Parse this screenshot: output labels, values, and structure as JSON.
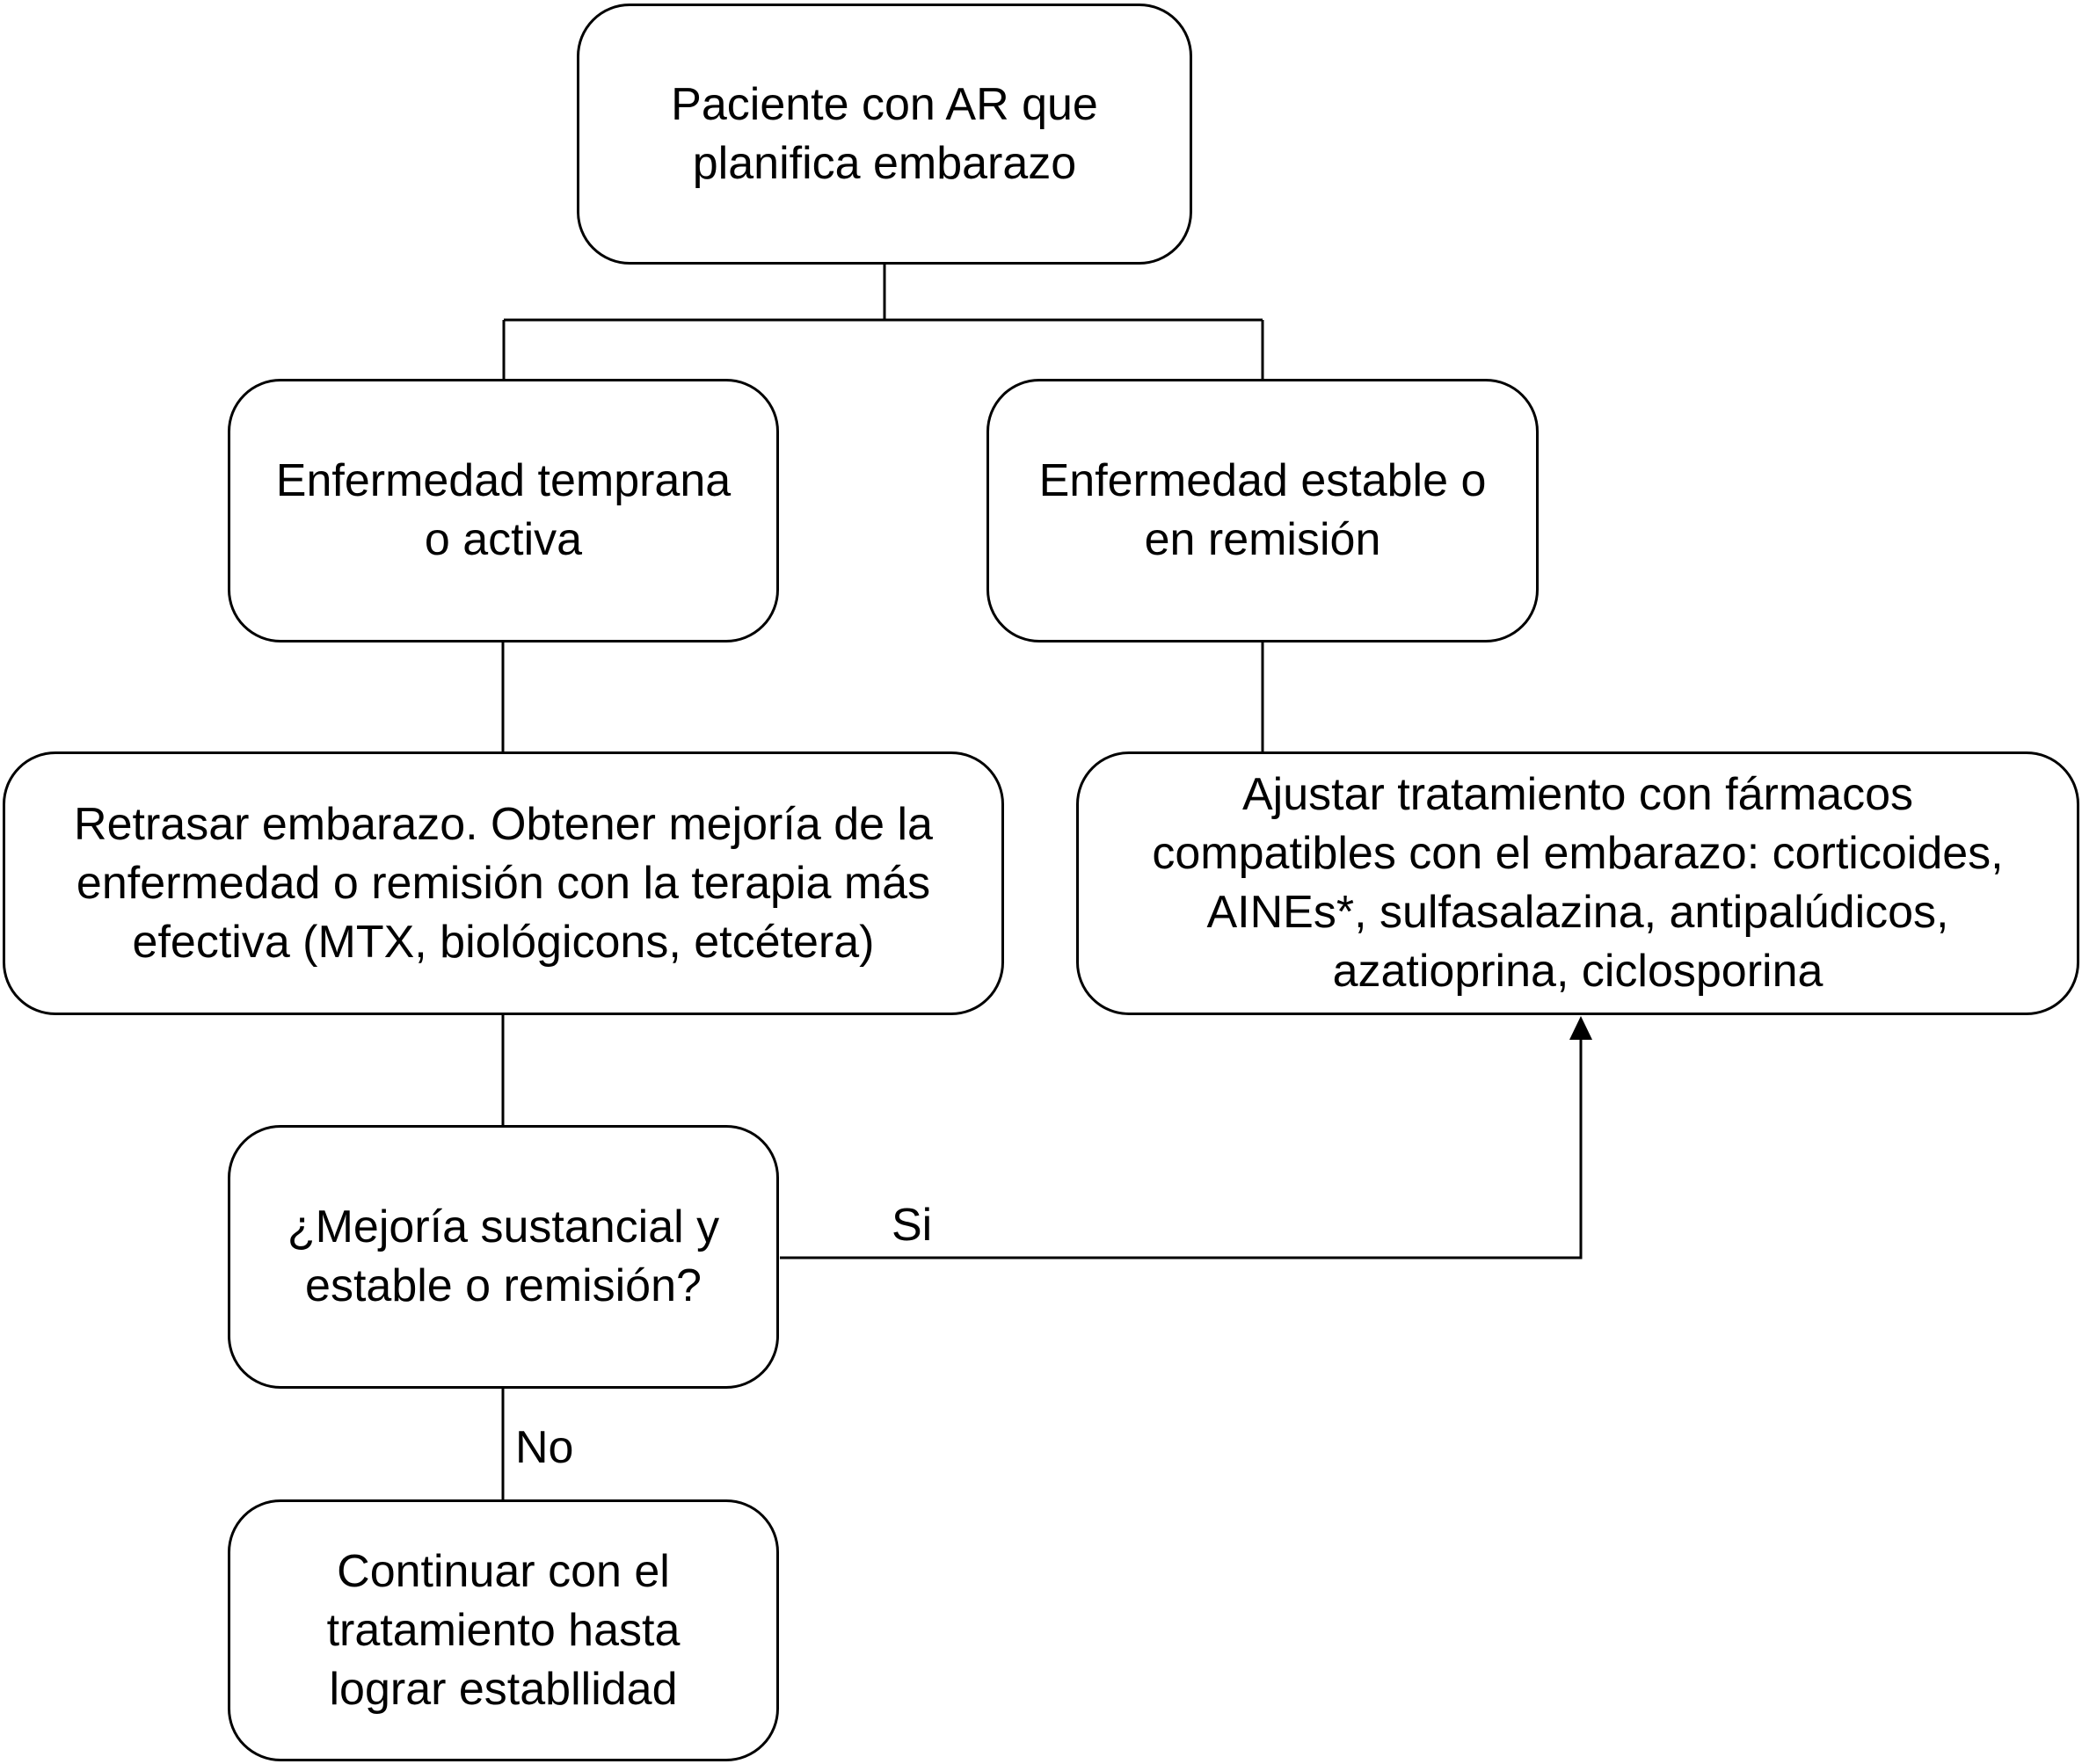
{
  "nodes": {
    "start": "Paciente con AR que\nplanifica embarazo",
    "early_active": "Enfermedad temprana\no activa",
    "stable_remission": "Enfermedad estable o\nen remisión",
    "delay_pregnancy": "Retrasar embarazo. Obtener mejoría de la\nenfermedad o remisión con la terapia más\nefectiva (MTX, biológicons, etcétera)",
    "adjust_treatment": "Ajustar tratamiento con fármacos\ncompatibles con el embarazo: corticoides,\nAINEs*, sulfasalazina, antipalúdicos,\nazatioprina, ciclosporina",
    "decision": "¿Mejoría sustancial y\nestable o remisión?",
    "continue_treatment": "Continuar con el\ntratamiento hasta\nlograr establlidad"
  },
  "edge_labels": {
    "yes": "Si",
    "no": "No"
  },
  "colors": {
    "stroke": "#000000",
    "background": "#ffffff"
  }
}
